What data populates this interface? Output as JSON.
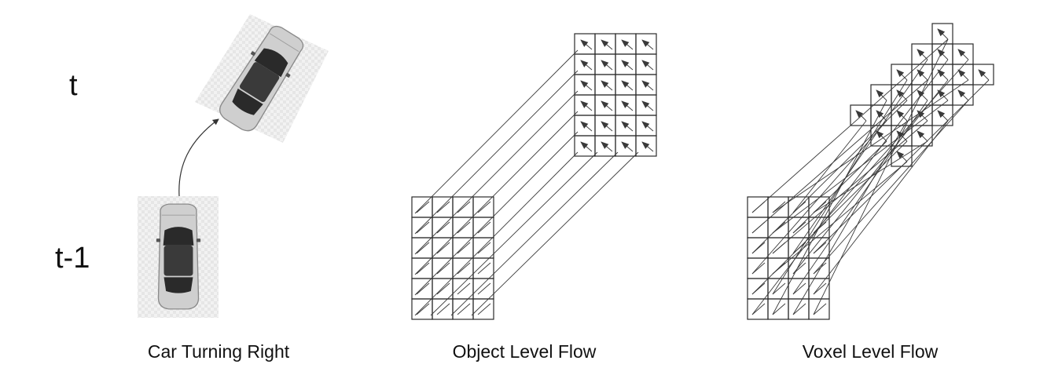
{
  "rows": {
    "t": "t",
    "t_minus_1": "t-1"
  },
  "captions": {
    "car": "Car Turning Right",
    "object": "Object Level Flow",
    "voxel": "Voxel Level Flow"
  },
  "colors": {
    "grid_stroke": "#2b2b2b",
    "arrow_stroke": "#3a3a3a",
    "car_body": "#c9c9c9",
    "car_glass": "#2a2a2a",
    "photo_background": "#eeeeee"
  },
  "icons": {
    "car_top": "car-top-view-icon"
  }
}
